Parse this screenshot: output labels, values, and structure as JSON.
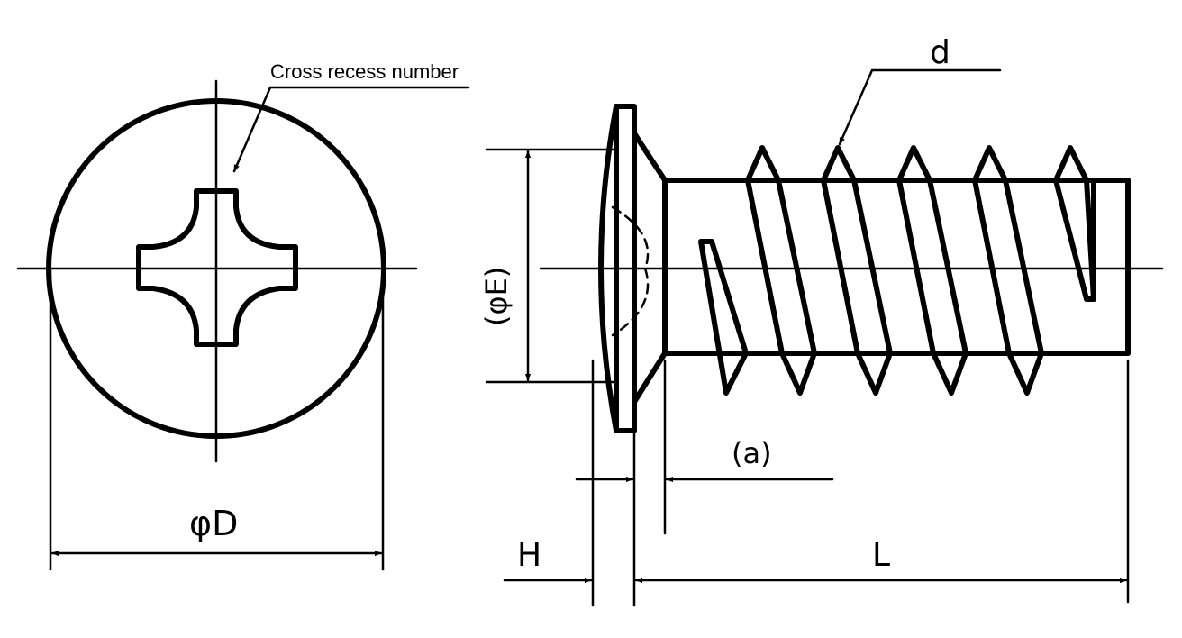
{
  "labels": {
    "cross_recess": "Cross recess number",
    "diameter_d": "φD",
    "diameter_e": "(φE)",
    "thread_d": "d",
    "length_a": "(a)",
    "height_h": "H",
    "length_l": "L"
  },
  "colors": {
    "line": "#000000",
    "background": "#ffffff"
  }
}
